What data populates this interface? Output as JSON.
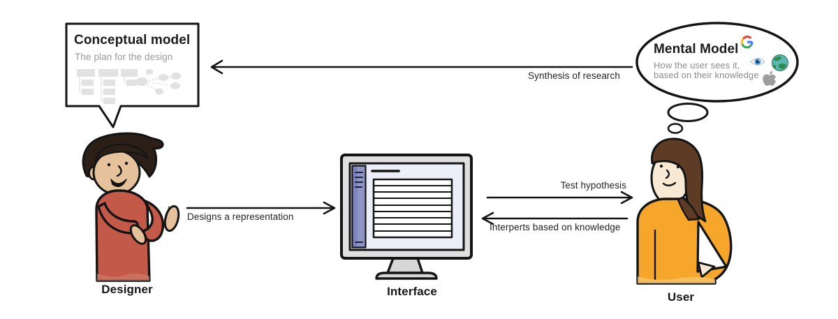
{
  "conceptual": {
    "title": "Conceptual model",
    "subtitle": "The plan for the design",
    "sketches": [
      "sitemap-sketch",
      "mindmap-sketch"
    ]
  },
  "mental": {
    "title": "Mental Model",
    "line1": "How the user sees it,",
    "line2": "based on their knowledge",
    "icons": [
      "google-g",
      "eye",
      "globe",
      "apple"
    ]
  },
  "arrows": {
    "synthesis": "Synthesis of research",
    "designs": "Designs a  representation",
    "test": "Test hypothesis",
    "interprets": "Interperts based on knowledge"
  },
  "labels": {
    "designer": "Designer",
    "interface": "Interface",
    "user": "User"
  },
  "colors": {
    "ink": "#141414",
    "designer_shirt": "#c35a49",
    "designer_skin": "#e5c29c",
    "user_shirt": "#f5a62b",
    "user_skin": "#f7e9d4",
    "user_hair": "#5d3b24",
    "designer_hair": "#2c1f17",
    "monitor_bezel": "#dfdfdf",
    "monitor_screen": "#eceef8",
    "monitor_sidebar": "#8f96c6",
    "sketch_gray": "#e2e2e2",
    "google_blue": "#4285F4",
    "google_red": "#EA4335",
    "google_yellow": "#FBBC05",
    "google_green": "#34A853"
  }
}
